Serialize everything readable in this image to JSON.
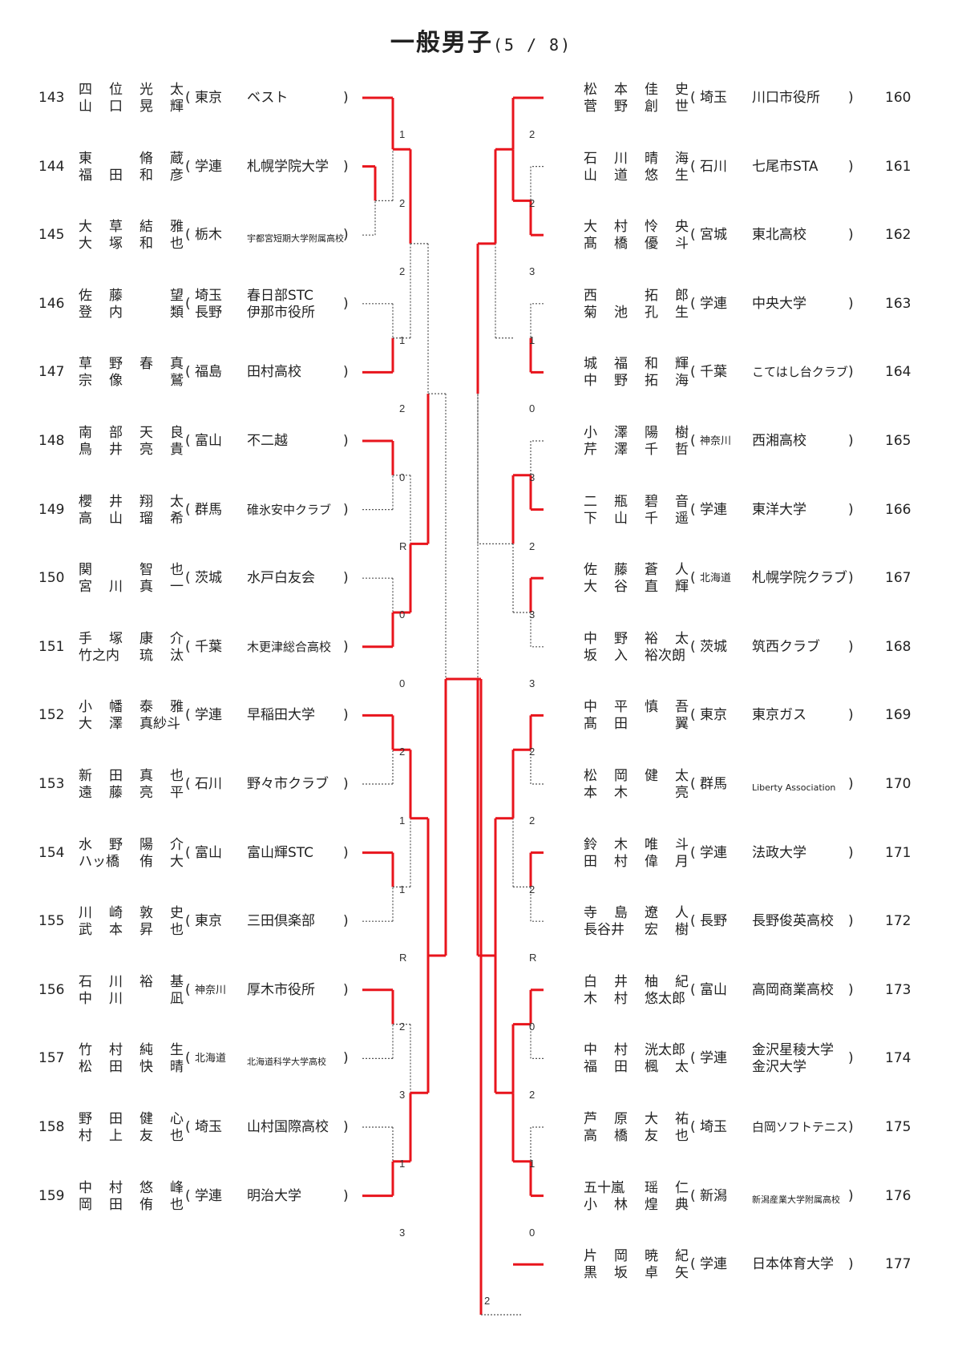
{
  "title": "一般男子",
  "subtitle": "(5 / 8)",
  "colors": {
    "win": "#e8141c",
    "lose": "#555555"
  },
  "left": [
    {
      "num": "143",
      "p1": [
        "四",
        "位",
        "光",
        "太"
      ],
      "p2": [
        "山",
        "口",
        "晃",
        "輝"
      ],
      "pref": "東京",
      "pref2": "",
      "club": "ベスト",
      "club2": "",
      "size": "n"
    },
    {
      "num": "144",
      "p1": [
        "東",
        "",
        "脩",
        "蔵"
      ],
      "p2": [
        "福",
        "田",
        "和",
        "彦"
      ],
      "pref": "学連",
      "pref2": "",
      "club": "札幌学院大学",
      "club2": "",
      "size": "n"
    },
    {
      "num": "145",
      "p1": [
        "大",
        "草",
        "結",
        "雅"
      ],
      "p2": [
        "大",
        "塚",
        "和",
        "也"
      ],
      "pref": "栃木",
      "pref2": "",
      "club": "宇都宮短期大学附属高校",
      "club2": "",
      "size": "s"
    },
    {
      "num": "146",
      "p1": [
        "佐",
        "藤",
        "",
        "望"
      ],
      "p2": [
        "登",
        "内",
        "",
        "類"
      ],
      "pref": "埼玉",
      "pref2": "長野",
      "club": "春日部STC",
      "club2": "伊那市役所",
      "size": "n"
    },
    {
      "num": "147",
      "p1": [
        "草",
        "野",
        "春",
        "真"
      ],
      "p2": [
        "宗",
        "像",
        "",
        "鷲"
      ],
      "pref": "福島",
      "pref2": "",
      "club": "田村高校",
      "club2": "",
      "size": "n"
    },
    {
      "num": "148",
      "p1": [
        "南",
        "部",
        "天",
        "良"
      ],
      "p2": [
        "鳥",
        "井",
        "亮",
        "貴"
      ],
      "pref": "富山",
      "pref2": "",
      "club": "不二越",
      "club2": "",
      "size": "n"
    },
    {
      "num": "149",
      "p1": [
        "櫻",
        "井",
        "翔",
        "太"
      ],
      "p2": [
        "高",
        "山",
        "瑠",
        "希"
      ],
      "pref": "群馬",
      "pref2": "",
      "club": "碓氷安中クラブ",
      "club2": "",
      "size": "m"
    },
    {
      "num": "150",
      "p1": [
        "関",
        "",
        "智",
        "也"
      ],
      "p2": [
        "宮",
        "川",
        "真",
        "一"
      ],
      "pref": "茨城",
      "pref2": "",
      "club": "水戸白友会",
      "club2": "",
      "size": "n"
    },
    {
      "num": "151",
      "p1": [
        "手",
        "塚",
        "康",
        "介"
      ],
      "p2": [
        "竹之内",
        "",
        "琉",
        "汰"
      ],
      "pref": "千葉",
      "pref2": "",
      "club": "木更津総合高校",
      "club2": "",
      "size": "m"
    },
    {
      "num": "152",
      "p1": [
        "小",
        "幡",
        "泰",
        "雅"
      ],
      "p2": [
        "大",
        "澤",
        "真紗斗",
        ""
      ],
      "pref": "学連",
      "pref2": "",
      "club": "早稲田大学",
      "club2": "",
      "size": "n"
    },
    {
      "num": "153",
      "p1": [
        "新",
        "田",
        "真",
        "也"
      ],
      "p2": [
        "遠",
        "藤",
        "亮",
        "平"
      ],
      "pref": "石川",
      "pref2": "",
      "club": "野々市クラブ",
      "club2": "",
      "size": "n"
    },
    {
      "num": "154",
      "p1": [
        "水",
        "野",
        "陽",
        "介"
      ],
      "p2": [
        "ハッ橋",
        "",
        "侑",
        "大"
      ],
      "pref": "富山",
      "pref2": "",
      "club": "富山輝STC",
      "club2": "",
      "size": "n"
    },
    {
      "num": "155",
      "p1": [
        "川",
        "崎",
        "敦",
        "史"
      ],
      "p2": [
        "武",
        "本",
        "昇",
        "也"
      ],
      "pref": "東京",
      "pref2": "",
      "club": "三田倶楽部",
      "club2": "",
      "size": "n"
    },
    {
      "num": "156",
      "p1": [
        "石",
        "川",
        "裕",
        "基"
      ],
      "p2": [
        "中",
        "川",
        "",
        "凪"
      ],
      "pref": "神奈川",
      "pref2": "",
      "club": "厚木市役所",
      "club2": "",
      "size": "n",
      "prefsize": "s"
    },
    {
      "num": "157",
      "p1": [
        "竹",
        "村",
        "純",
        "生"
      ],
      "p2": [
        "松",
        "田",
        "快",
        "晴"
      ],
      "pref": "北海道",
      "pref2": "",
      "club": "北海道科学大学高校",
      "club2": "",
      "size": "s",
      "prefsize": "s"
    },
    {
      "num": "158",
      "p1": [
        "野",
        "田",
        "健",
        "心"
      ],
      "p2": [
        "村",
        "上",
        "友",
        "也"
      ],
      "pref": "埼玉",
      "pref2": "",
      "club": "山村国際高校",
      "club2": "",
      "size": "n"
    },
    {
      "num": "159",
      "p1": [
        "中",
        "村",
        "悠",
        "峰"
      ],
      "p2": [
        "岡",
        "田",
        "侑",
        "也"
      ],
      "pref": "学連",
      "pref2": "",
      "club": "明治大学",
      "club2": "",
      "size": "n"
    }
  ],
  "right": [
    {
      "num": "160",
      "p1": [
        "松",
        "本",
        "佳",
        "史"
      ],
      "p2": [
        "菅",
        "野",
        "創",
        "世"
      ],
      "pref": "埼玉",
      "pref2": "",
      "club": "川口市役所",
      "club2": "",
      "size": "n"
    },
    {
      "num": "161",
      "p1": [
        "石",
        "川",
        "晴",
        "海"
      ],
      "p2": [
        "山",
        "道",
        "悠",
        "生"
      ],
      "pref": "石川",
      "pref2": "",
      "club": "七尾市STA",
      "club2": "",
      "size": "n"
    },
    {
      "num": "162",
      "p1": [
        "大",
        "村",
        "怜",
        "央"
      ],
      "p2": [
        "髙",
        "橋",
        "優",
        "斗"
      ],
      "pref": "宮城",
      "pref2": "",
      "club": "東北高校",
      "club2": "",
      "size": "n"
    },
    {
      "num": "163",
      "p1": [
        "西",
        "",
        "拓",
        "郎"
      ],
      "p2": [
        "菊",
        "池",
        "孔",
        "生"
      ],
      "pref": "学連",
      "pref2": "",
      "club": "中央大学",
      "club2": "",
      "size": "n"
    },
    {
      "num": "164",
      "p1": [
        "城",
        "福",
        "和",
        "輝"
      ],
      "p2": [
        "中",
        "野",
        "拓",
        "海"
      ],
      "pref": "千葉",
      "pref2": "",
      "club": "こてはし台クラブ",
      "club2": "",
      "size": "m"
    },
    {
      "num": "165",
      "p1": [
        "小",
        "澤",
        "陽",
        "樹"
      ],
      "p2": [
        "芹",
        "澤",
        "千",
        "哲"
      ],
      "pref": "神奈川",
      "pref2": "",
      "club": "西湘高校",
      "club2": "",
      "size": "n",
      "prefsize": "s"
    },
    {
      "num": "166",
      "p1": [
        "二",
        "瓶",
        "碧",
        "音"
      ],
      "p2": [
        "下",
        "山",
        "千",
        "遥"
      ],
      "pref": "学連",
      "pref2": "",
      "club": "東洋大学",
      "club2": "",
      "size": "n"
    },
    {
      "num": "167",
      "p1": [
        "佐",
        "藤",
        "蒼",
        "人"
      ],
      "p2": [
        "大",
        "谷",
        "直",
        "輝"
      ],
      "pref": "北海道",
      "pref2": "",
      "club": "札幌学院クラブ",
      "club2": "",
      "size": "n",
      "prefsize": "s"
    },
    {
      "num": "168",
      "p1": [
        "中",
        "野",
        "裕",
        "太"
      ],
      "p2": [
        "坂",
        "入",
        "裕次朗",
        ""
      ],
      "pref": "茨城",
      "pref2": "",
      "club": "筑西クラブ",
      "club2": "",
      "size": "n"
    },
    {
      "num": "169",
      "p1": [
        "中",
        "平",
        "慎",
        "吾"
      ],
      "p2": [
        "髙",
        "田",
        "",
        "翼"
      ],
      "pref": "東京",
      "pref2": "",
      "club": "東京ガス",
      "club2": "",
      "size": "n"
    },
    {
      "num": "170",
      "p1": [
        "松",
        "岡",
        "健",
        "太"
      ],
      "p2": [
        "本",
        "木",
        "",
        "亮"
      ],
      "pref": "群馬",
      "pref2": "",
      "club": "Liberty Association",
      "club2": "",
      "size": "s"
    },
    {
      "num": "171",
      "p1": [
        "鈴",
        "木",
        "唯",
        "斗"
      ],
      "p2": [
        "田",
        "村",
        "偉",
        "月"
      ],
      "pref": "学連",
      "pref2": "",
      "club": "法政大学",
      "club2": "",
      "size": "n"
    },
    {
      "num": "172",
      "p1": [
        "寺",
        "島",
        "遼",
        "人"
      ],
      "p2": [
        "長谷井",
        "",
        "宏",
        "樹"
      ],
      "pref": "長野",
      "pref2": "",
      "club": "長野俊英高校",
      "club2": "",
      "size": "n"
    },
    {
      "num": "173",
      "p1": [
        "白",
        "井",
        "柚",
        "紀"
      ],
      "p2": [
        "木",
        "村",
        "悠太郎",
        ""
      ],
      "pref": "富山",
      "pref2": "",
      "club": "高岡商業高校",
      "club2": "",
      "size": "n"
    },
    {
      "num": "174",
      "p1": [
        "中",
        "村",
        "洸太郎",
        ""
      ],
      "p2": [
        "福",
        "田",
        "楓",
        "太"
      ],
      "pref": "学連",
      "pref2": "",
      "club": "金沢星稜大学",
      "club2": "金沢大学",
      "size": "n"
    },
    {
      "num": "175",
      "p1": [
        "芦",
        "原",
        "大",
        "祐"
      ],
      "p2": [
        "高",
        "橋",
        "友",
        "也"
      ],
      "pref": "埼玉",
      "pref2": "",
      "club": "白岡ソフトテニス",
      "club2": "",
      "size": "m"
    },
    {
      "num": "176",
      "p1": [
        "五十嵐",
        "",
        "瑶",
        "仁"
      ],
      "p2": [
        "小",
        "林",
        "煌",
        "典"
      ],
      "pref": "新潟",
      "pref2": "",
      "club": "新潟産業大学附属高校",
      "club2": "",
      "size": "s"
    },
    {
      "num": "177",
      "p1": [
        "片",
        "岡",
        "暁",
        "紀"
      ],
      "p2": [
        "黒",
        "坂",
        "卓",
        "矢"
      ],
      "pref": "学連",
      "pref2": "",
      "club": "日本体育大学",
      "club2": "",
      "size": "n"
    }
  ],
  "scores": [
    {
      "text": "1",
      "side": "L",
      "slot": 0
    },
    {
      "text": "2",
      "side": "L",
      "slot": 1
    },
    {
      "text": "2",
      "side": "L",
      "slot": 2
    },
    {
      "text": "1",
      "side": "L",
      "slot": 3
    },
    {
      "text": "2",
      "side": "L",
      "slot": 4
    },
    {
      "text": "0",
      "side": "L",
      "slot": 5
    },
    {
      "text": "R",
      "side": "L",
      "slot": 6
    },
    {
      "text": "0",
      "side": "L",
      "slot": 7
    },
    {
      "text": "0",
      "side": "L",
      "slot": 8
    },
    {
      "text": "2",
      "side": "L",
      "slot": 9
    },
    {
      "text": "1",
      "side": "L",
      "slot": 10
    },
    {
      "text": "1",
      "side": "L",
      "slot": 11
    },
    {
      "text": "R",
      "side": "L",
      "slot": 12
    },
    {
      "text": "2",
      "side": "L",
      "slot": 13
    },
    {
      "text": "3",
      "side": "L",
      "slot": 14
    },
    {
      "text": "1",
      "side": "L",
      "slot": 15
    },
    {
      "text": "3",
      "side": "L",
      "slot": 16
    },
    {
      "text": "2",
      "side": "R",
      "slot": 0
    },
    {
      "text": "2",
      "side": "R",
      "slot": 1
    },
    {
      "text": "3",
      "side": "R",
      "slot": 2
    },
    {
      "text": "1",
      "side": "R",
      "slot": 3
    },
    {
      "text": "0",
      "side": "R",
      "slot": 4
    },
    {
      "text": "3",
      "side": "R",
      "slot": 5
    },
    {
      "text": "2",
      "side": "R",
      "slot": 6
    },
    {
      "text": "3",
      "side": "R",
      "slot": 7
    },
    {
      "text": "3",
      "side": "R",
      "slot": 8
    },
    {
      "text": "2",
      "side": "R",
      "slot": 9
    },
    {
      "text": "2",
      "side": "R",
      "slot": 10
    },
    {
      "text": "2",
      "side": "R",
      "slot": 11
    },
    {
      "text": "R",
      "side": "R",
      "slot": 12
    },
    {
      "text": "0",
      "side": "R",
      "slot": 13
    },
    {
      "text": "2",
      "side": "R",
      "slot": 14
    },
    {
      "text": "1",
      "side": "R",
      "slot": 15
    },
    {
      "text": "0",
      "side": "R",
      "slot": 16
    },
    {
      "text": "2",
      "side": "C",
      "slot": 0
    }
  ]
}
